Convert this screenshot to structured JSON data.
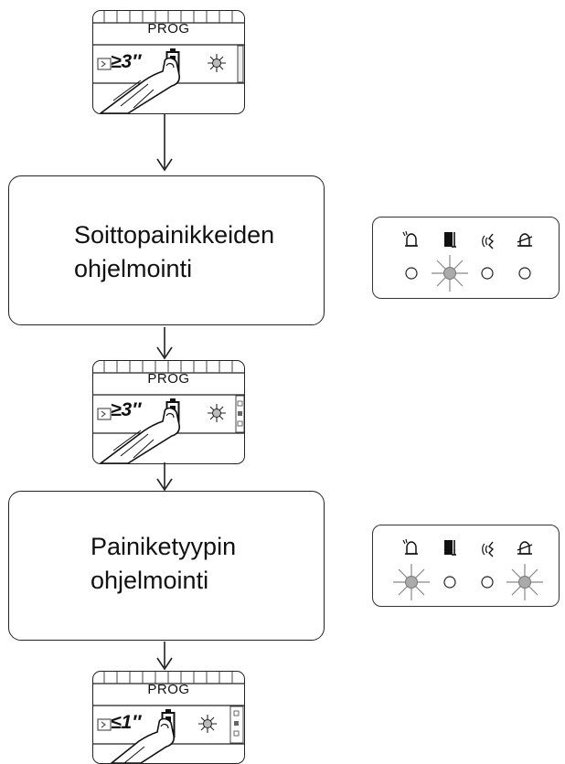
{
  "steps": [
    {
      "prog": {
        "label": "PROG",
        "time": "≥3″"
      },
      "box": {
        "title": "Soittopainikkeiden\nohjelmointi"
      },
      "indicator": {
        "icons": [
          "bell-icon",
          "door-lock-icon",
          "speaker-icon",
          "bell-muted-icon"
        ],
        "leds": [
          "off",
          "blinking",
          "off",
          "off"
        ]
      }
    },
    {
      "prog": {
        "label": "PROG",
        "time": "≥3″"
      },
      "box": {
        "title": "Painiketyypin\nohjelmointi"
      },
      "indicator": {
        "icons": [
          "bell-icon",
          "door-lock-icon",
          "speaker-icon",
          "bell-muted-icon"
        ],
        "leds": [
          "blinking",
          "off",
          "off",
          "blinking"
        ]
      }
    }
  ],
  "final_prog": {
    "label": "PROG",
    "time": "≤1″"
  },
  "colors": {
    "line": "#222222",
    "led_blink": "#888888",
    "panel_stripe": "#cfcfcf"
  }
}
